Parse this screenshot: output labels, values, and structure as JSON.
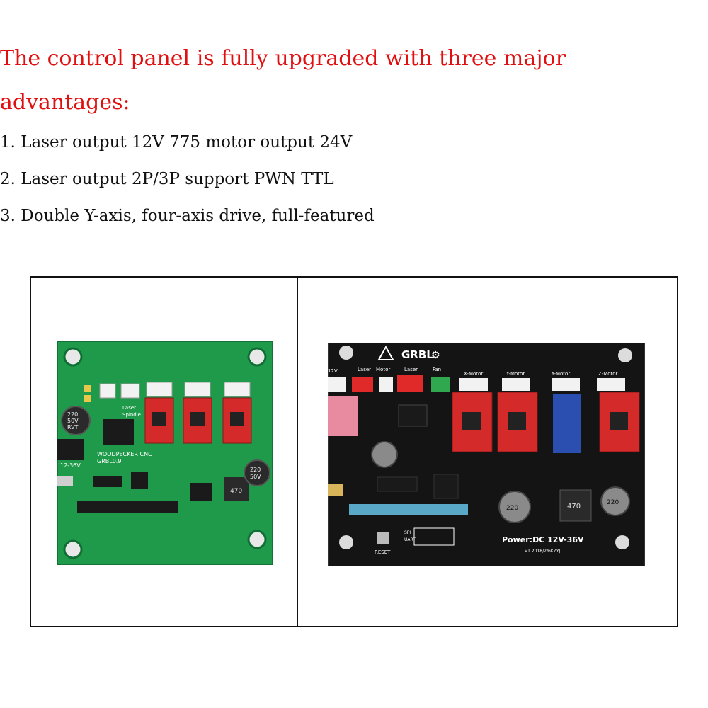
{
  "heading": {
    "line1": "The control panel is fully upgraded with three major",
    "line2": "advantages:"
  },
  "advantages": [
    "1. Laser output 12V 775 motor output 24V",
    "2. Laser output 2P/3P support PWN TTL",
    "3. Double Y-axis, four-axis drive, full-featured"
  ],
  "green_board": {
    "brand": "WOODPECKER CNC",
    "model": "GRBL0.9",
    "voltage": "12-36V",
    "spindle_label": "Spindle",
    "laser_label": "Laser",
    "cap_top": "220",
    "cap_mid": "50V",
    "cap_bottom": "RVT",
    "cap2_top": "220",
    "cap2_bottom": "50V",
    "inductor": "470"
  },
  "black_board": {
    "title": "GRBL",
    "connector_labels": [
      "12V",
      "Laser",
      "Motor",
      "Laser",
      "Fan",
      "X-Motor",
      "Y-Motor",
      "Y-Motor",
      "Z-Motor"
    ],
    "power_label": "Power:DC 12V-36V",
    "version": "V1.2018/2/6KZYJ",
    "reset_label": "RESET",
    "spi_label": "SPI",
    "uart_label": "UART",
    "inductor": "470",
    "cap_left": "220",
    "cap_right": "220"
  },
  "colors": {
    "heading": "#e01010",
    "green_pcb": "#1f9a4a",
    "black_pcb": "#141414",
    "driver_red": "#d42a2a"
  }
}
